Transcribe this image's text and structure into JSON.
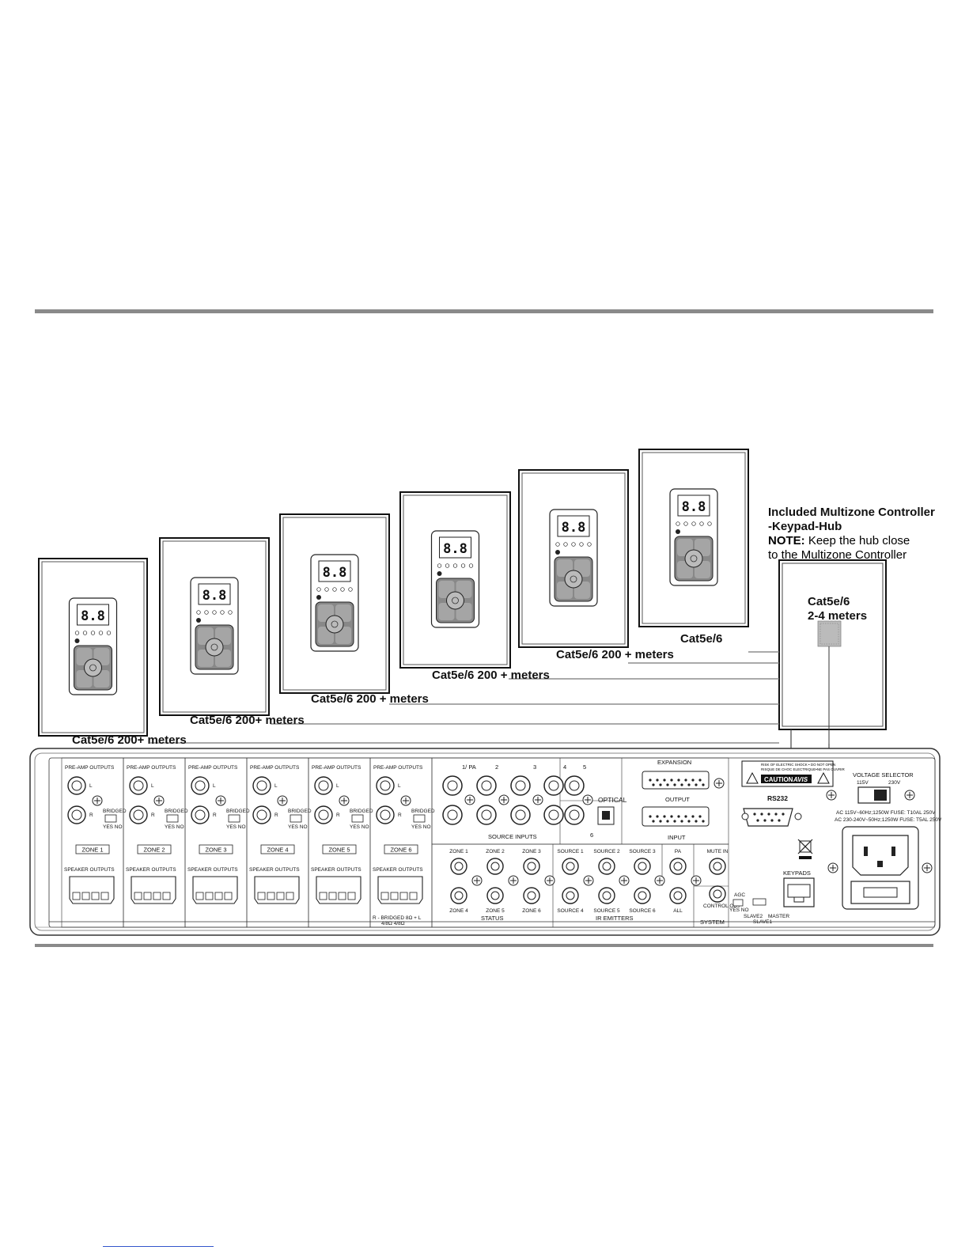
{
  "callout": {
    "title_line1": "Included Multizone Controller",
    "title_line2": "-Keypad-Hub",
    "note_label": "NOTE:",
    "note_text": " Keep the hub close",
    "note_line2": "to the Multizone Controller"
  },
  "hub_cable": {
    "line1": "Cat5e/6",
    "line2": "2-4 meters"
  },
  "cable_labels": [
    "Cat5e/6  200+ meters",
    "Cat5e/6  200+ meters",
    "Cat5e/6  200 + meters",
    "Cat5e/6  200 + meters",
    "Cat5e/6  200 + meters",
    "Cat5e/6"
  ],
  "keypad": {
    "display": "8.8"
  },
  "amp": {
    "zones": [
      {
        "preamp": "PRE-AMP OUTPUTS",
        "zone": "ZONE 1",
        "speaker": "SPEAKER OUTPUTS"
      },
      {
        "preamp": "PRE-AMP OUTPUTS",
        "zone": "ZONE 2",
        "speaker": "SPEAKER OUTPUTS"
      },
      {
        "preamp": "PRE-AMP OUTPUTS",
        "zone": "ZONE 3",
        "speaker": "SPEAKER OUTPUTS"
      },
      {
        "preamp": "PRE-AMP OUTPUTS",
        "zone": "ZONE 4",
        "speaker": "SPEAKER OUTPUTS"
      },
      {
        "preamp": "PRE-AMP OUTPUTS",
        "zone": "ZONE 5",
        "speaker": "SPEAKER OUTPUTS"
      },
      {
        "preamp": "PRE-AMP OUTPUTS",
        "zone": "ZONE 6",
        "speaker": "SPEAKER OUTPUTS"
      }
    ],
    "L": "L",
    "R": "R",
    "bridged": "BRIDGED",
    "yes_no": "YES NO",
    "bridged_note": "R  - BRIDGED 8Ω +  L",
    "bridged_ohm": "4/8Ω    4/8Ω",
    "source_inputs": [
      "1/ PA",
      "2",
      "3",
      "4",
      "5",
      "6"
    ],
    "source_inputs_title": "SOURCE INPUTS",
    "optical": "OPTICAL",
    "expansion": "EXPANSION",
    "output": "OUTPUT",
    "input": "INPUT",
    "status_top": [
      "ZONE 1",
      "ZONE 2",
      "ZONE 3"
    ],
    "status_bottom": [
      "ZONE 4",
      "ZONE 5",
      "ZONE 6"
    ],
    "status_title": "STATUS",
    "ir_top": [
      "SOURCE 1",
      "SOURCE 2",
      "SOURCE 3",
      "PA",
      "MUTE IN"
    ],
    "ir_bottom": [
      "SOURCE 4",
      "SOURCE 5",
      "SOURCE 6",
      "ALL"
    ],
    "control_out": "CONTROL OUT",
    "ir_title": "IR EMITTERS",
    "system_title": "SYSTEM",
    "agc": "AGC",
    "agc_yes_no": "YES NO",
    "slave2": "SLAVE2",
    "slave1": "SLAVE1",
    "master": "MASTER",
    "caution_text1": "RISK OF ELECTRIC SHOCK • DO NOT OPEN",
    "caution_text2": "RISQUE DE CHOC ELECTRIQUE•NE PAS OUVRIR",
    "caution": "CAUTION",
    "avis": "AVIS",
    "rs232": "RS232",
    "keypads": "KEYPADS",
    "voltage_selector": "VOLTAGE SELECTOR",
    "v115": "115V",
    "v230": "230V",
    "rating1": "AC 115V~60Hz;1250W FUSE: T10AL 250V",
    "rating2": "AC 230-240V~50Hz;1250W FUSE: T5AL 250V"
  }
}
